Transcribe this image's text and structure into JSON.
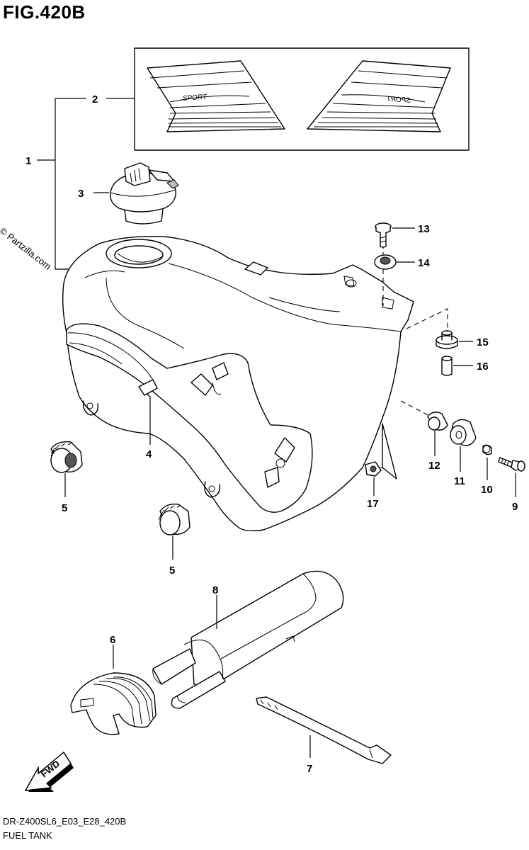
{
  "figure": {
    "title": "FIG.420B",
    "model_code": "DR-Z400SL6_E03_E28_420B",
    "section_name": "FUEL TANK",
    "watermark": "© Partzilla.com",
    "fwd_label": "FWD",
    "decal_text": "SPORT"
  },
  "callouts": [
    {
      "id": "1",
      "label": "1"
    },
    {
      "id": "2",
      "label": "2"
    },
    {
      "id": "3",
      "label": "3"
    },
    {
      "id": "4",
      "label": "4"
    },
    {
      "id": "5a",
      "label": "5"
    },
    {
      "id": "5b",
      "label": "5"
    },
    {
      "id": "6",
      "label": "6"
    },
    {
      "id": "7",
      "label": "7"
    },
    {
      "id": "8",
      "label": "8"
    },
    {
      "id": "9",
      "label": "9"
    },
    {
      "id": "10",
      "label": "10"
    },
    {
      "id": "11",
      "label": "11"
    },
    {
      "id": "12",
      "label": "12"
    },
    {
      "id": "13",
      "label": "13"
    },
    {
      "id": "14",
      "label": "14"
    },
    {
      "id": "15",
      "label": "15"
    },
    {
      "id": "16",
      "label": "16"
    },
    {
      "id": "17",
      "label": "17"
    }
  ],
  "colors": {
    "line": "#000000",
    "background": "#ffffff",
    "shade": "#bbbbbb"
  }
}
